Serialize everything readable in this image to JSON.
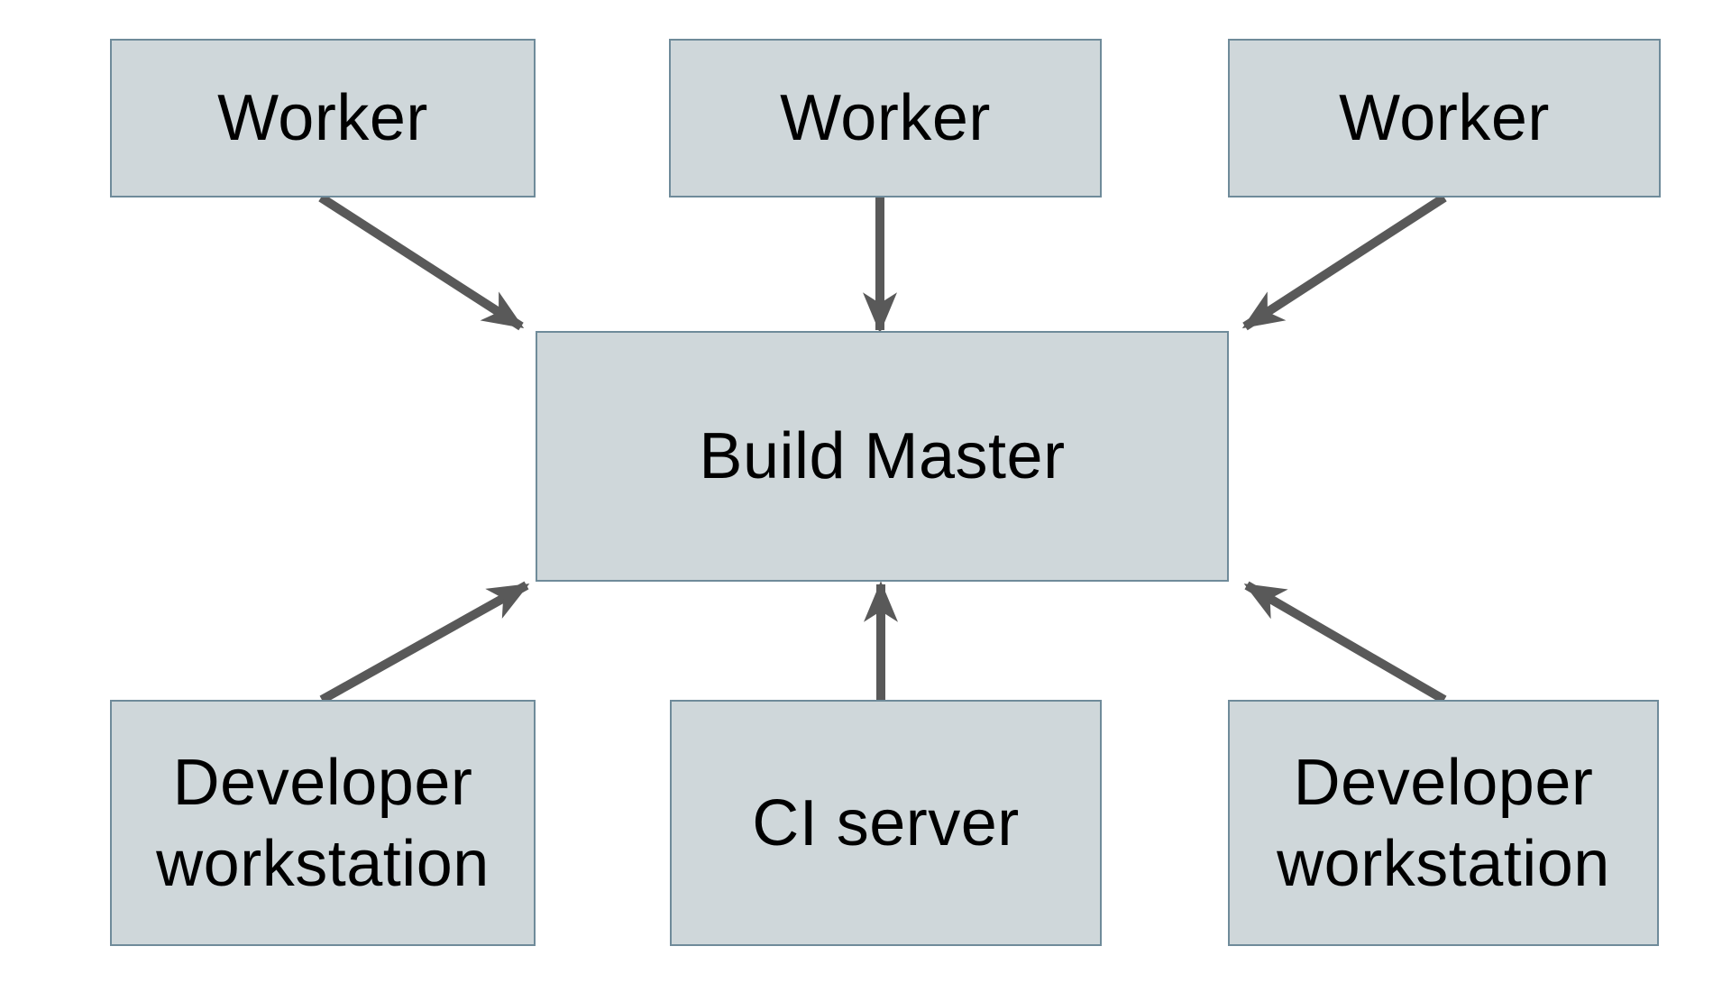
{
  "diagram_type": "architecture-flow",
  "nodes": {
    "worker_1": {
      "label": "Worker"
    },
    "worker_2": {
      "label": "Worker"
    },
    "worker_3": {
      "label": "Worker"
    },
    "build_master": {
      "label": "Build Master"
    },
    "developer_workstation_left": {
      "label": "Developer workstation"
    },
    "ci_server": {
      "label": "CI server"
    },
    "developer_workstation_right": {
      "label": "Developer workstation"
    }
  },
  "edges": [
    {
      "from": "worker_1",
      "to": "build_master",
      "direction": "down-right"
    },
    {
      "from": "worker_2",
      "to": "build_master",
      "direction": "down"
    },
    {
      "from": "worker_3",
      "to": "build_master",
      "direction": "down-left"
    },
    {
      "from": "developer_workstation_left",
      "to": "build_master",
      "direction": "up-right"
    },
    {
      "from": "ci_server",
      "to": "build_master",
      "direction": "up"
    },
    {
      "from": "developer_workstation_right",
      "to": "build_master",
      "direction": "up-left"
    }
  ],
  "colors": {
    "node_fill": "#cfd7da",
    "node_border": "#6f8b9a",
    "arrow": "#595959",
    "text": "#000000",
    "background": "#ffffff"
  }
}
